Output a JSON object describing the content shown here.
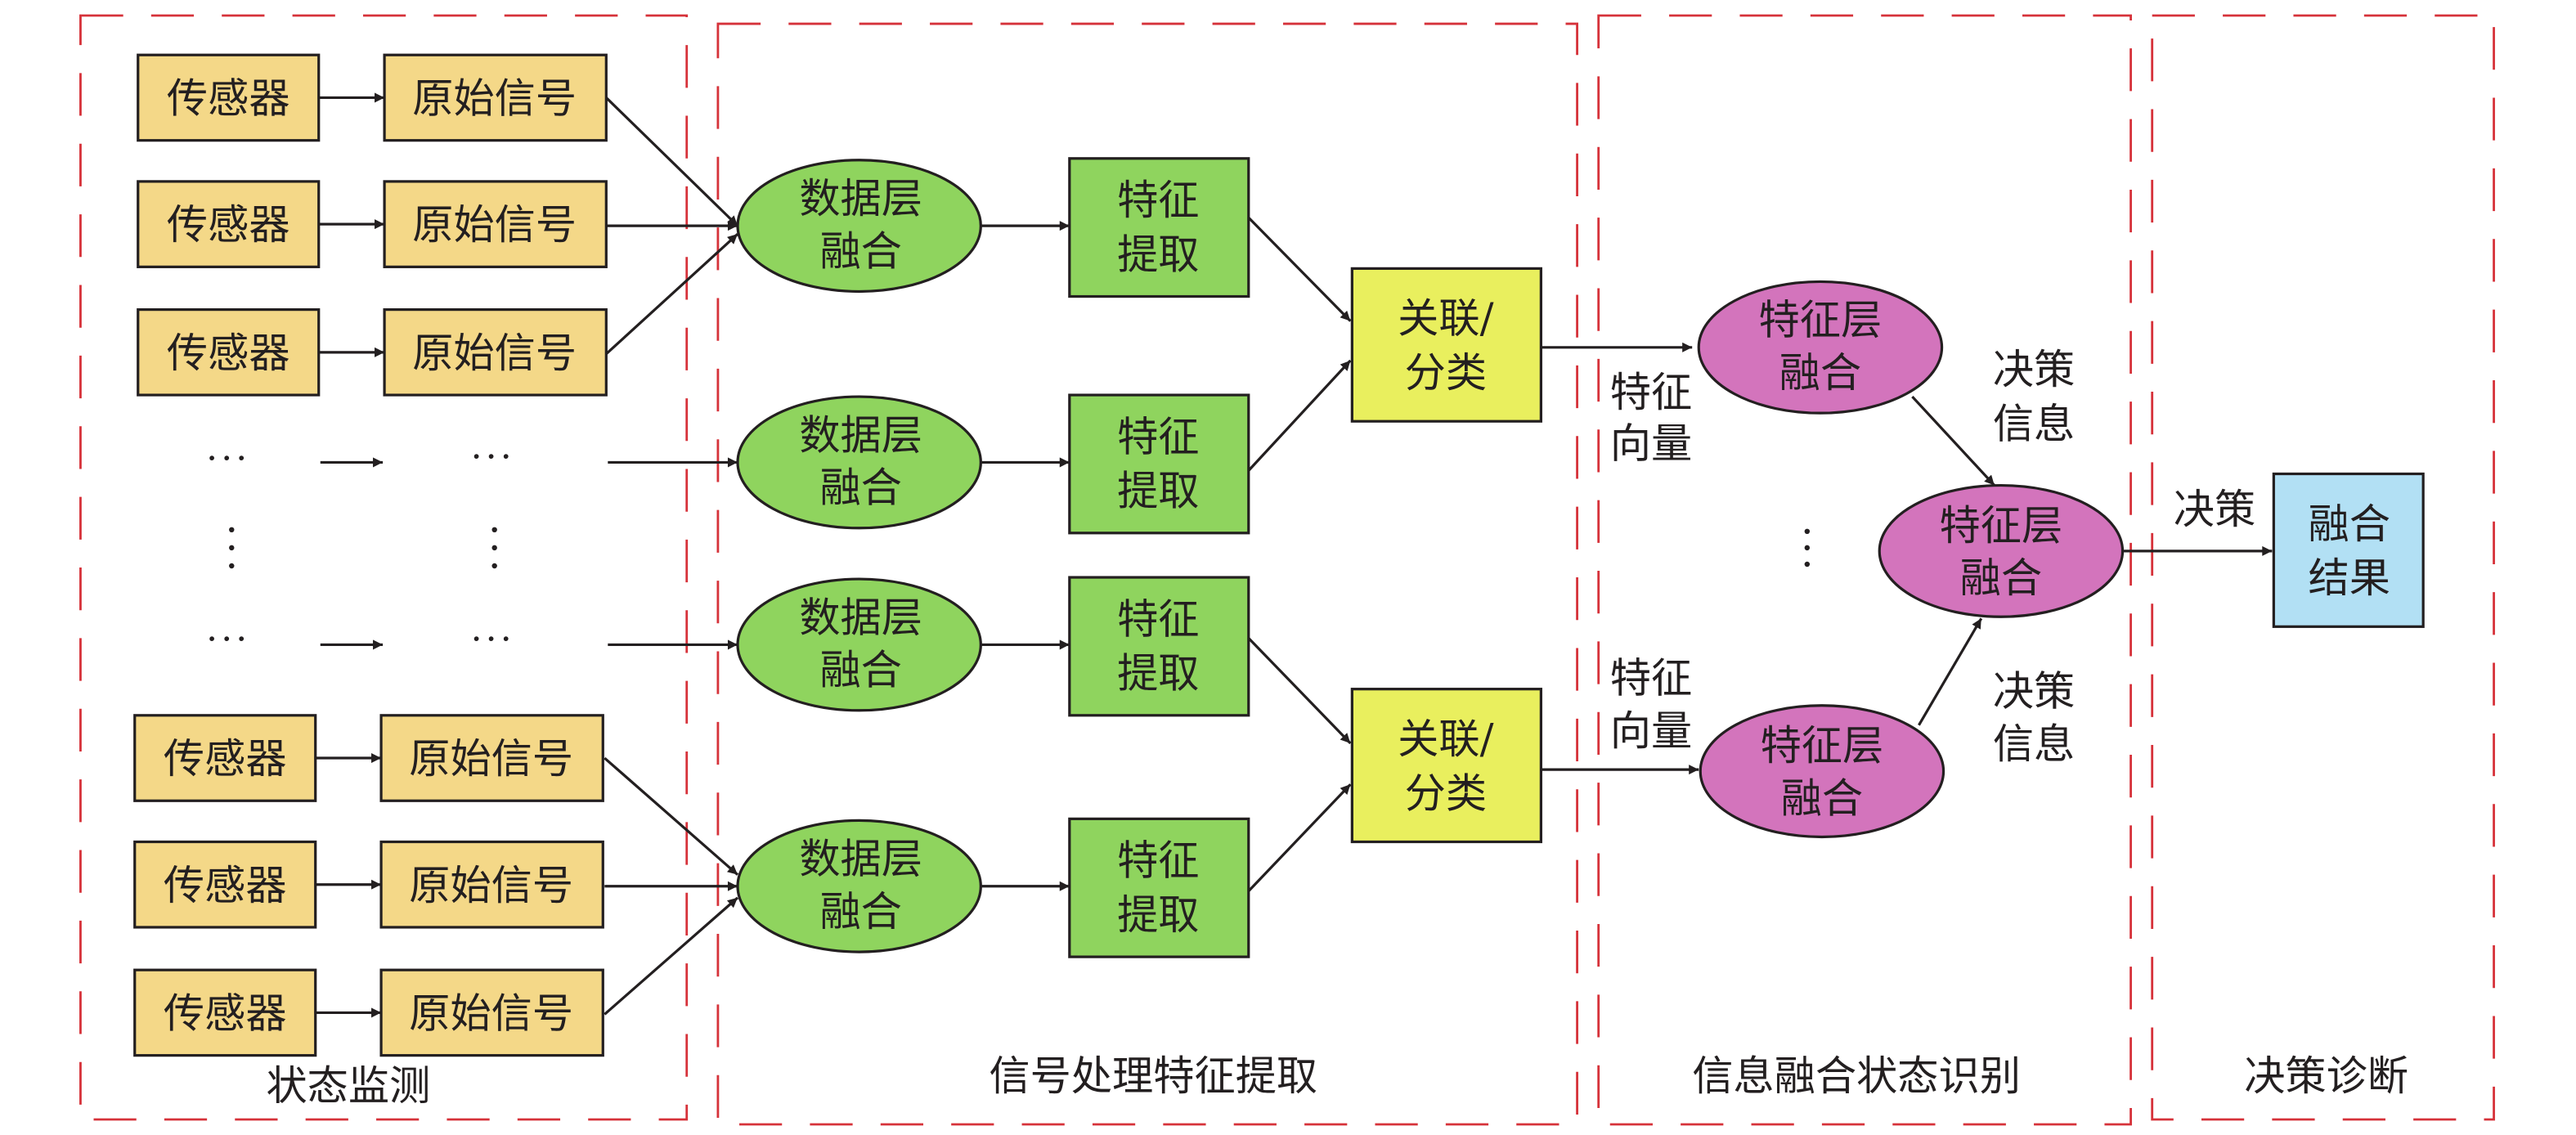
{
  "diagram": {
    "colors": {
      "sensor": "#f4d888",
      "data_fusion": "#8fd45e",
      "feature_extract": "#8fd45e",
      "classify": "#e9ef5e",
      "feature_fusion": "#d374bc",
      "result": "#b2e0f4",
      "section_border": "#d6323a",
      "edge": "#231f20"
    },
    "sections": [
      {
        "id": "monitor",
        "label": "状态监测"
      },
      {
        "id": "signal",
        "label": "信号处理特征提取"
      },
      {
        "id": "fusion",
        "label": "信息融合状态识别"
      },
      {
        "id": "decision",
        "label": "决策诊断"
      }
    ],
    "sensor_label": "传感器",
    "raw_signal_label": "原始信号",
    "ellipsis_h": "···",
    "ellipsis_v": "⋮",
    "data_fusion_label": [
      "数据层",
      "融合"
    ],
    "feature_extract_label": [
      "特征",
      "提取"
    ],
    "classify_label": [
      "关联/",
      "分类"
    ],
    "feature_fusion_label": [
      "特征层",
      "融合"
    ],
    "feature_vector_label": [
      "特征",
      "向量"
    ],
    "decision_info_label": [
      "决策",
      "信息"
    ],
    "decision_label": "决策",
    "result_label": [
      "融合",
      "结果"
    ]
  }
}
